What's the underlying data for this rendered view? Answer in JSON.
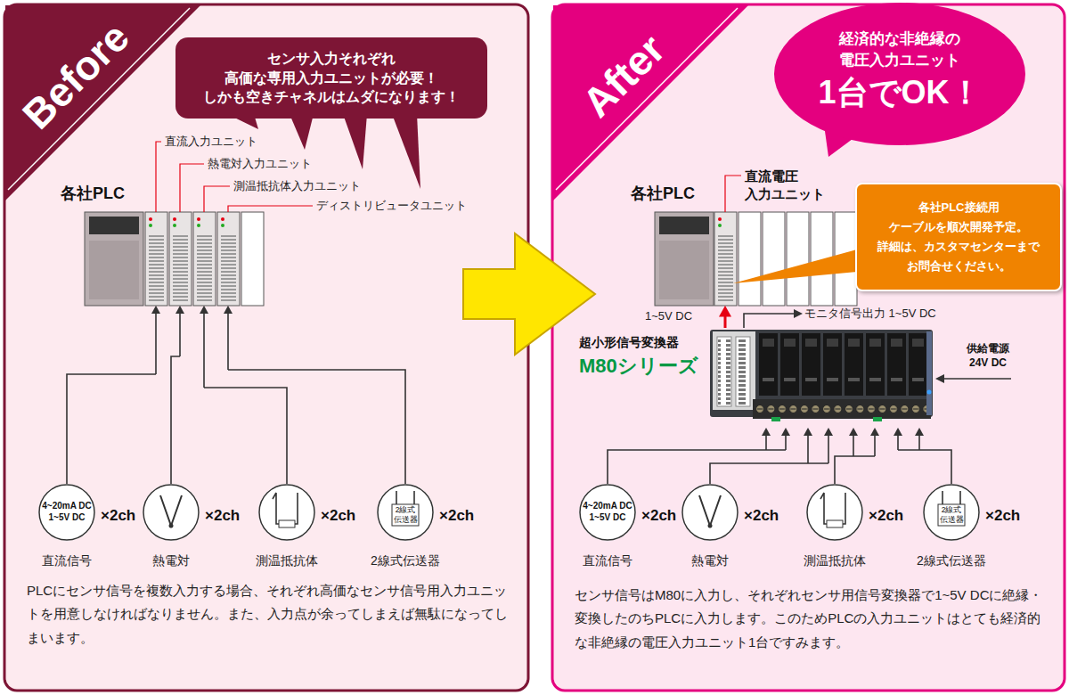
{
  "diagram": {
    "nodes": [
      {
        "text": [
          "Before",
          "PLCにセンサ信号を複数入力する場合、それぞれ高価なセンサ信号用入力ユニットを用意しなければなりません。また、入力点が余ってしまえば無駄になってしまいます。"
        ]
      },
      {
        "text": [
          "センサ入力それぞれ 高価な専用入力ユニットが必要！ しかも空きチャネルはムダになります！"
        ],
        "in": 0
      },
      {
        "text": [
          "各社PLC"
        ],
        "in": 0
      },
      {
        "text": [
          "直流入力ユニット"
        ],
        "in": 2
      },
      {
        "text": [
          "熱電対入力ユニット"
        ],
        "in": 2
      },
      {
        "text": [
          "測温抵抗体入力ユニット"
        ],
        "in": 2
      },
      {
        "text": [
          "ディストリビュータユニット"
        ],
        "in": 2
      },
      {
        "text": [
          "4~20mA DC 1~5V DC",
          "×2ch",
          "直流信号"
        ],
        "in": 0
      },
      {
        "text": [
          "×2ch",
          "熱電対"
        ],
        "in": 0
      },
      {
        "text": [
          "×2ch",
          "測温抵抗体"
        ],
        "in": 0
      },
      {
        "text": [
          "2線式 伝送器",
          "×2ch",
          "2線式伝送器"
        ],
        "in": 0
      },
      {
        "text": [
          "After",
          "センサ信号はM80に入力し、それぞれセンサ用信号変換器で1~5V DCに絶縁・変換したのちPLCに入力します。このためPLCの入力ユニットはとても経済的な非絶縁の電圧入力ユニット1台ですみます。"
        ]
      },
      {
        "text": [
          "経済的な非絶縁の 電圧入力ユニット",
          "1台でOK！"
        ],
        "in": 11
      },
      {
        "text": [
          "各社PLC"
        ],
        "in": 11
      },
      {
        "text": [
          "直流電圧 入力ユニット"
        ],
        "in": 13
      },
      {
        "text": [
          "各社PLC接続用 ケーブルを順次開発予定。 詳細は、カスタマセンターまで お問合せください。"
        ],
        "in": 11
      },
      {
        "text": [
          "超小形信号変換器",
          "M80シリーズ"
        ],
        "in": 11
      },
      {
        "text": [
          "4~20mA DC 1~5V DC",
          "×2ch",
          "直流信号"
        ],
        "in": 11
      },
      {
        "text": [
          "×2ch",
          "熱電対"
        ],
        "in": 11
      },
      {
        "text": [
          "×2ch",
          "測温抵抗体"
        ],
        "in": 11
      },
      {
        "text": [
          "2線式 伝送器",
          "×2ch",
          "2線式伝送器"
        ],
        "in": 11
      }
    ],
    "edges": [
      {
        "from": 7,
        "to": 3,
        "arrow": "to"
      },
      {
        "from": 8,
        "to": 4,
        "arrow": "to"
      },
      {
        "from": 9,
        "to": 5,
        "arrow": "to"
      },
      {
        "from": 10,
        "to": 6,
        "arrow": "to"
      },
      {
        "from": 16,
        "to": 14,
        "label": "1~5V DC",
        "arrow": "to"
      },
      {
        "from": 17,
        "to": 16,
        "arrow": "to"
      },
      {
        "from": 18,
        "to": 16,
        "arrow": "to"
      },
      {
        "from": 19,
        "to": 16,
        "arrow": "to"
      },
      {
        "from": 20,
        "to": 16,
        "arrow": "to"
      }
    ],
    "labels": [
      "モニタ信号出力 1~5V DC",
      "供給電源 24V DC"
    ]
  }
}
